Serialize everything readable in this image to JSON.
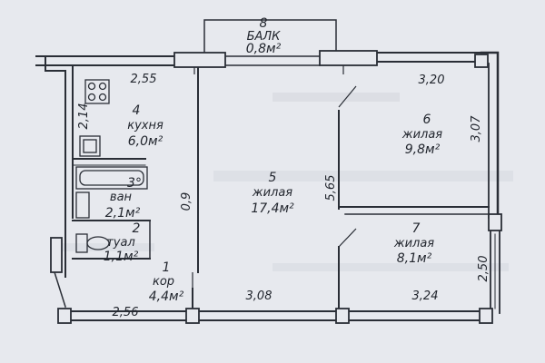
{
  "rooms": {
    "balcony": {
      "num": "8",
      "name": "БАЛК",
      "area": "0,8м²"
    },
    "kitchen": {
      "num": "4",
      "name": "кухня",
      "area": "6,0м²"
    },
    "living_main": {
      "num": "5",
      "name": "жилая",
      "area": "17,4м²"
    },
    "living_ne": {
      "num": "6",
      "name": "жилая",
      "area": "9,8м²"
    },
    "living_se": {
      "num": "7",
      "name": "жилая",
      "area": "8,1м²"
    },
    "bath": {
      "num": "3",
      "name": "ван",
      "area": "2,1м²"
    },
    "toilet": {
      "num": "2",
      "name": "туал",
      "area": "1,1м²"
    },
    "corridor": {
      "num": "1",
      "name": "кор",
      "area": "4,4м²"
    }
  },
  "bath_marker": "3°",
  "dimensions": {
    "kitchen_width": "2,55",
    "kitchen_height": "2,14",
    "door_width": "0,9",
    "living_ne_width": "3,20",
    "living_ne_height": "3,07",
    "partition_length": "5,65",
    "living_se_height": "2,50",
    "bottom_left": "2,56",
    "bottom_mid": "3,08",
    "bottom_right": "3,24"
  }
}
